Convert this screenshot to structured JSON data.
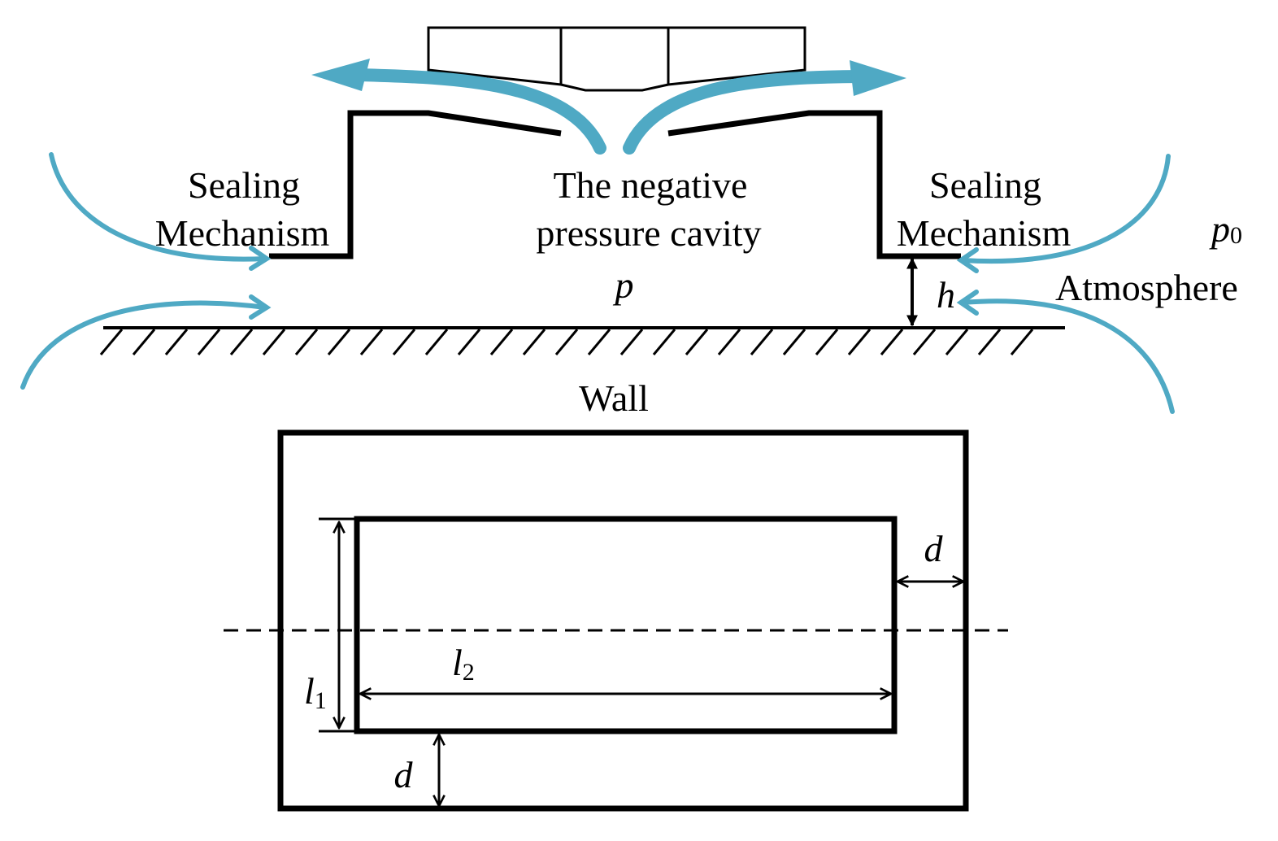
{
  "colors": {
    "flow": "#4fa9c4",
    "line": "#000000",
    "background": "#ffffff"
  },
  "labels": {
    "sealing_left_line1": "Sealing",
    "sealing_left_line2": "Mechanism",
    "cavity_line1": "The negative",
    "cavity_line2": "pressure cavity",
    "pressure_p": "p",
    "sealing_right_line1": "Sealing",
    "sealing_right_line2": "Mechanism",
    "p0_symbol": "p",
    "p0_subscript": "0",
    "atmosphere": "Atmosphere",
    "gap_h": "h",
    "wall": "Wall",
    "d_right": "d",
    "d_bottom": "d",
    "l1_symbol": "l",
    "l1_subscript": "1",
    "l2_symbol": "l",
    "l2_subscript": "2"
  }
}
